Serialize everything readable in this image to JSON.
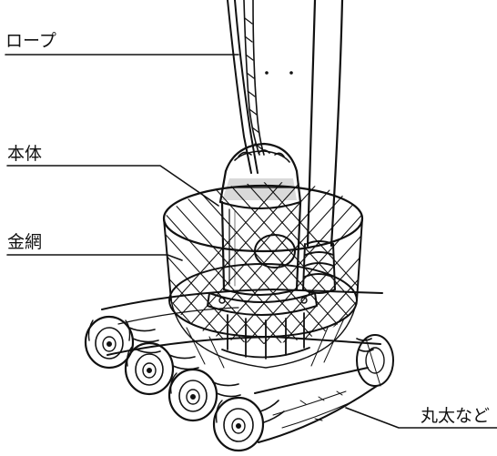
{
  "labels": {
    "rope": "ロープ",
    "body": "本体",
    "wire_mesh": "金網",
    "logs": "丸太など"
  },
  "colors": {
    "ink": "#111111",
    "paper": "#ffffff",
    "shade": "#d9d9d9"
  }
}
